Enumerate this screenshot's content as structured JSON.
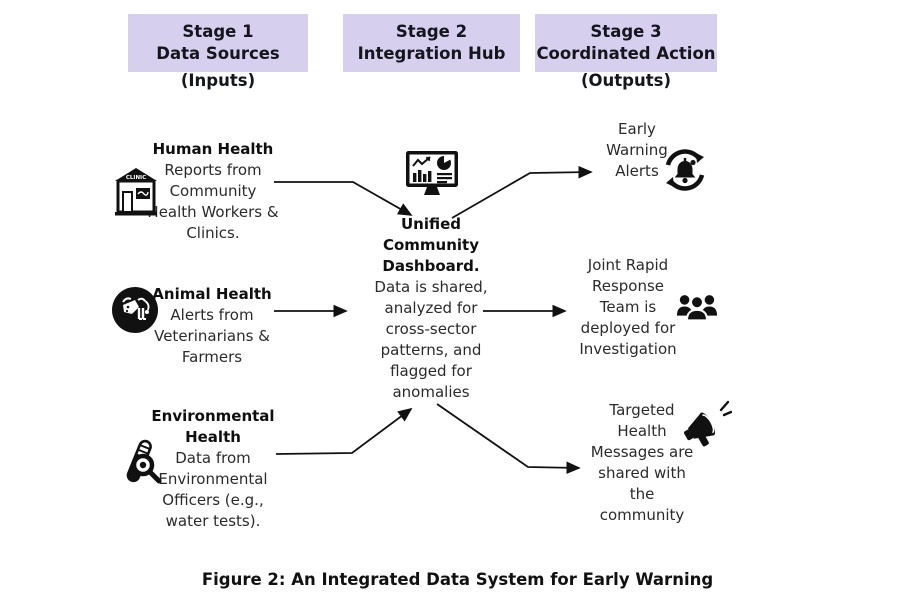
{
  "stages": [
    {
      "title": "Stage 1\nData Sources",
      "below": "(Inputs)"
    },
    {
      "title": "Stage 2\nIntegration Hub",
      "below": ""
    },
    {
      "title": "Stage 3\nCoordinated Action",
      "below": "(Outputs)"
    }
  ],
  "inputs": [
    {
      "icon": "clinic-icon",
      "title": "Human Health",
      "desc": "Reports from\nCommunity\nHealth Workers &\nClinics."
    },
    {
      "icon": "cow-icon",
      "title": "Animal Health",
      "desc": "Alerts from\nVeterinarians &\nFarmers"
    },
    {
      "icon": "test-tube-icon",
      "title": "Environmental\nHealth",
      "desc": "Data from\nEnvironmental\nOfficers (e.g.,\nwater tests)."
    }
  ],
  "hub": {
    "icon": "dashboard-icon",
    "title": "Unified\nCommunity\nDashboard.",
    "desc": "Data is shared,\nanalyzed for\ncross-sector\npatterns, and\nflagged for\nanomalies"
  },
  "outputs": [
    {
      "icon": "alert-bell-icon",
      "text": "Early\nWarning\nAlerts"
    },
    {
      "icon": "team-icon",
      "text": "Joint Rapid\nResponse\nTeam is\ndeployed for\nInvestigation"
    },
    {
      "icon": "megaphone-icon",
      "text": "Targeted\nHealth\nMessages are\nshared with\nthe\ncommunity"
    }
  ],
  "caption": "Figure 2: An Integrated Data System for Early Warning",
  "colors": {
    "stage_box_bg": "#d6d0ee",
    "arrow": "#111111",
    "text": "#1f1f1f"
  }
}
